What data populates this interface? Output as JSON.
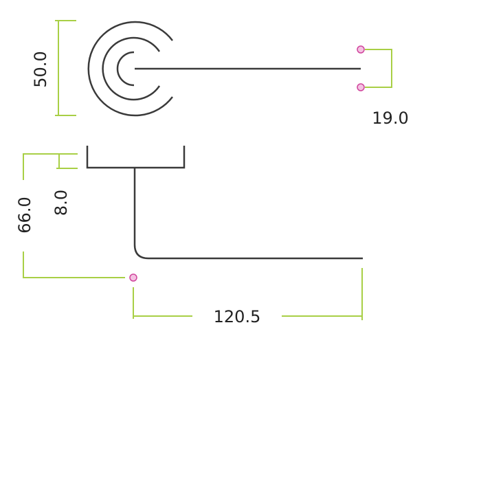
{
  "drawing": {
    "dimensions": {
      "rose_diameter": "50.0",
      "fixing_spacing": "19.0",
      "rose_thickness": "8.0",
      "projection": "66.0",
      "lever_length": "120.5"
    },
    "colors": {
      "dimension_lines": "#a8cf45",
      "fixing_points": "#d0459c",
      "outline": "#3a3a3a"
    }
  }
}
